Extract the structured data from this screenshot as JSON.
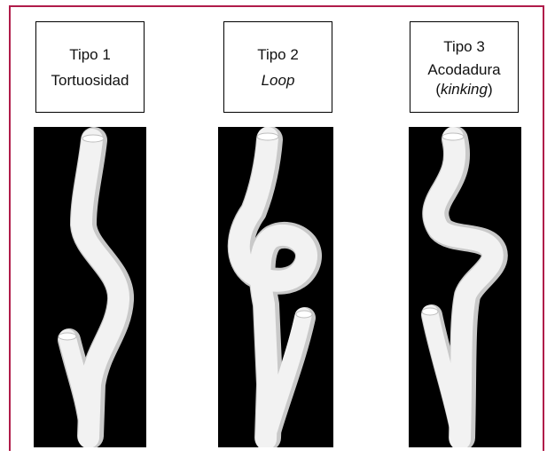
{
  "colors": {
    "frame": "#b01c4a",
    "panel": "#000000",
    "vessel": "#f2f2f2",
    "vessel_shade": "#c9c9c9"
  },
  "types": [
    {
      "title": "Tipo 1",
      "subtitle": "Tortuosidad"
    },
    {
      "title": "Tipo 2",
      "subtitle": "Loop"
    },
    {
      "title": "Tipo 3",
      "subtitle_pre": "Acodadura",
      "subtitle_paren_open": "(",
      "subtitle_italic": "kinking",
      "subtitle_paren_close": ")"
    }
  ]
}
